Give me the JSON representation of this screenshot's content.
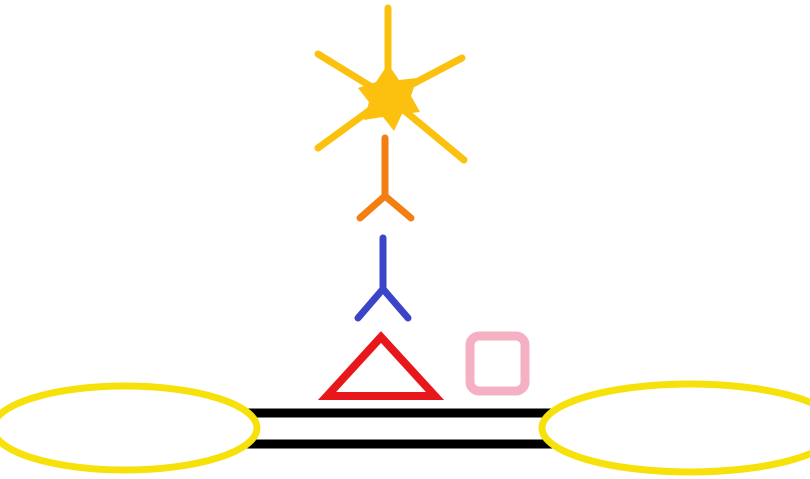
{
  "colors": {
    "background": "#ffffff",
    "star": "#FCC10E",
    "orange_antibody": "#F37F13",
    "blue_antibody": "#3A45C8",
    "triangle": "#E8171B",
    "square": "#F6B0C3",
    "membrane_line": "#000000",
    "membrane_oval": "#F7E10B"
  },
  "elements": [
    {
      "name": "star-label",
      "shape": "star",
      "color_key": "star"
    },
    {
      "name": "orange-antibody",
      "shape": "y-shape",
      "color_key": "orange_antibody"
    },
    {
      "name": "blue-antibody",
      "shape": "y-shape",
      "color_key": "blue_antibody"
    },
    {
      "name": "red-triangle",
      "shape": "triangle",
      "color_key": "triangle"
    },
    {
      "name": "pink-square",
      "shape": "rounded-square",
      "color_key": "square"
    },
    {
      "name": "membrane-bar",
      "shape": "double-line",
      "color_key": "membrane_line"
    },
    {
      "name": "left-oval",
      "shape": "half-ellipse",
      "color_key": "membrane_oval"
    },
    {
      "name": "right-oval",
      "shape": "half-ellipse",
      "color_key": "membrane_oval"
    }
  ]
}
